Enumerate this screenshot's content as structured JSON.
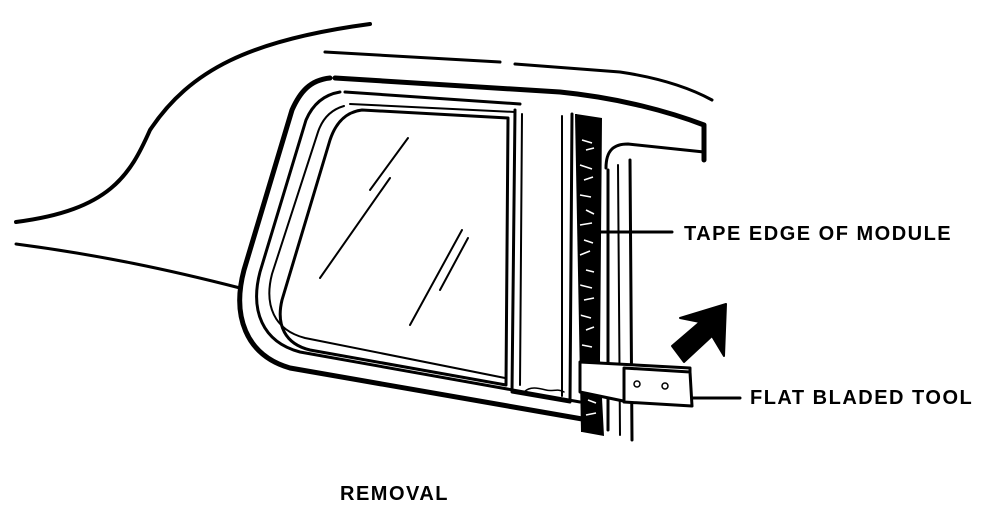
{
  "labels": {
    "tape_edge": "TAPE EDGE OF MODULE",
    "flat_tool": "FLAT BLADED TOOL",
    "caption": "REMOVAL"
  },
  "colors": {
    "ink": "#000000",
    "paper": "#ffffff"
  }
}
